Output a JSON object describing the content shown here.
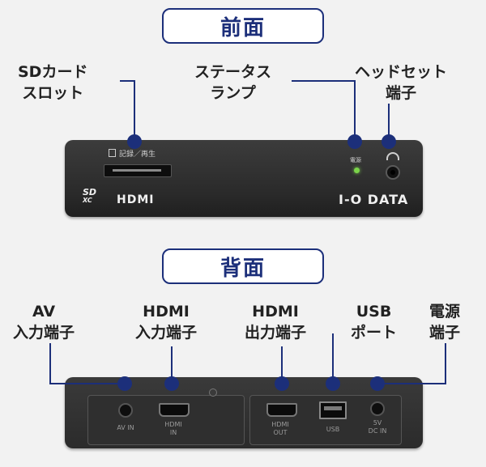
{
  "sections": {
    "front": {
      "title": "前面"
    },
    "back": {
      "title": "背面"
    }
  },
  "front_labels": {
    "sd_slot": [
      "SDカード",
      "スロット"
    ],
    "status_lamp": [
      "ステータス",
      "ランプ"
    ],
    "headset": [
      "ヘッドセット",
      "端子"
    ]
  },
  "back_labels": {
    "av_in": [
      "AV",
      "入力端子"
    ],
    "hdmi_in": [
      "HDMI",
      "入力端子"
    ],
    "hdmi_out": [
      "HDMI",
      "出力端子"
    ],
    "usb": [
      "USB",
      "ポート"
    ],
    "power": [
      "電源",
      "端子"
    ]
  },
  "device_front": {
    "slot_caption": "記録／再生",
    "power_caption": "電源",
    "sd_logo_top": "SD",
    "sd_logo_bottom": "XC",
    "hdmi_logo": "HDMI",
    "brand": "I-O DATA"
  },
  "device_back": {
    "av_in": "AV IN",
    "hdmi_in": [
      "HDMI",
      "IN"
    ],
    "hdmi_out": [
      "HDMI",
      "OUT"
    ],
    "usb": "USB",
    "dc_in": "DC IN",
    "dc_voltage": "5V"
  },
  "colors": {
    "accent_navy": "#1c2f7a",
    "callout_line": "#1c2f7a",
    "device_body": "#2b2b2b",
    "led_green": "#7bd44a"
  }
}
